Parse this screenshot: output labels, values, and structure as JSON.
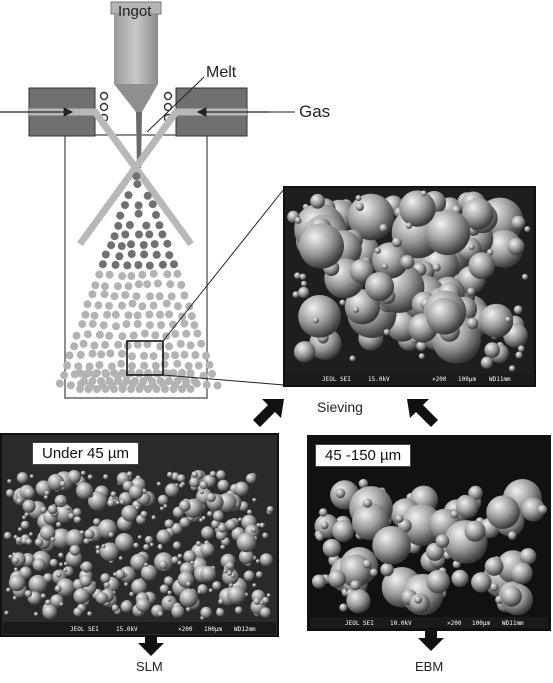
{
  "labels": {
    "ingot": "Ingot",
    "melt": "Melt",
    "gas": "Gas",
    "sieving": "Sieving",
    "under45": "Under 45 µm",
    "range45_150": "45 -150 µm",
    "slm": "SLM",
    "ebm": "EBM"
  },
  "sem_bars": {
    "top": {
      "left": "JEOL  SEI",
      "kv": "15.0kV",
      "mag": "×200",
      "scale": "100µm",
      "wd": "WD11mm"
    },
    "slm": {
      "left": "JEOL  SEI",
      "kv": "15.0kV",
      "mag": "×200",
      "scale": "100µm",
      "wd": "WD12mm"
    },
    "ebm": {
      "left": "JEOL  SEI",
      "kv": "10.0kV",
      "mag": "×200",
      "scale": "100µm",
      "wd": "WD11mm"
    }
  },
  "colors": {
    "frame": "#444444",
    "nozzle_block": "#707070",
    "gas_jet": "#b8b8b8",
    "droplet_dark": "#707070",
    "droplet_light": "#b3b3b3"
  }
}
